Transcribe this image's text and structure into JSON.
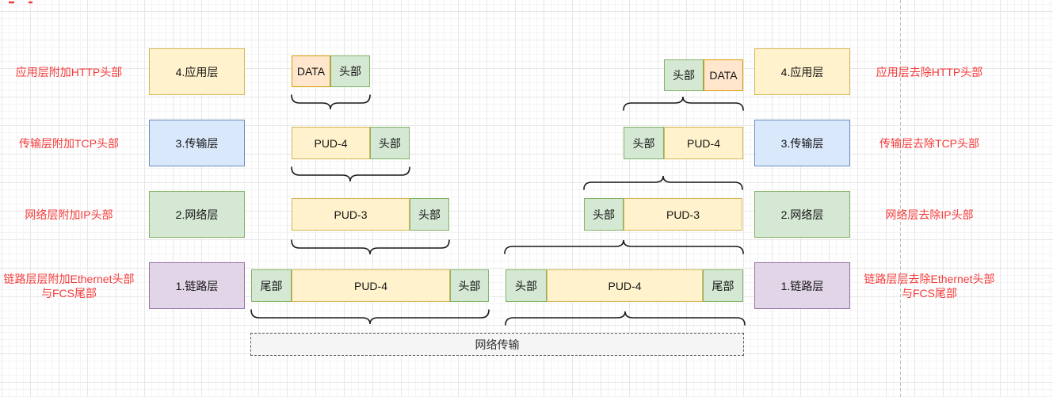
{
  "sender": {
    "annotations": [
      "应用层附加HTTP头部",
      "传输层附加TCP头部",
      "网络层附加IP头部",
      "链路层层附加Ethernet头部\n与FCS尾部"
    ],
    "layers": [
      "4.应用层",
      "3.传输层",
      "2.网络层",
      "1.链路层"
    ],
    "packets": [
      [
        "DATA",
        "头部"
      ],
      [
        "PUD-4",
        "头部"
      ],
      [
        "PUD-3",
        "头部"
      ],
      [
        "尾部",
        "PUD-4",
        "头部"
      ]
    ]
  },
  "receiver": {
    "annotations": [
      "应用层去除HTTP头部",
      "传输层去除TCP头部",
      "网络层去除IP头部",
      "链路层层去除Ethernet头部\n与FCS尾部"
    ],
    "layers": [
      "4.应用层",
      "3.传输层",
      "2.网络层",
      "1.链路层"
    ],
    "packets": [
      [
        "头部",
        "DATA"
      ],
      [
        "头部",
        "PUD-4"
      ],
      [
        "头部",
        "PUD-3"
      ],
      [
        "头部",
        "PUD-4",
        "尾部"
      ]
    ]
  },
  "transport": {
    "label": "网络传输"
  },
  "colors": {
    "yellow_fill": "#FFF2CC",
    "yellow_stroke": "#D6B656",
    "blue_fill": "#DAE8FC",
    "blue_stroke": "#6C8EBF",
    "green_fill": "#D5E8D4",
    "green_stroke": "#82B366",
    "purple_fill": "#E1D5E7",
    "purple_stroke": "#9673A6",
    "orange_fill": "#FFE6CC",
    "orange_stroke": "#D79B00",
    "transport_fill": "#F5F5F5",
    "annotation_red": "#F53B3B"
  }
}
